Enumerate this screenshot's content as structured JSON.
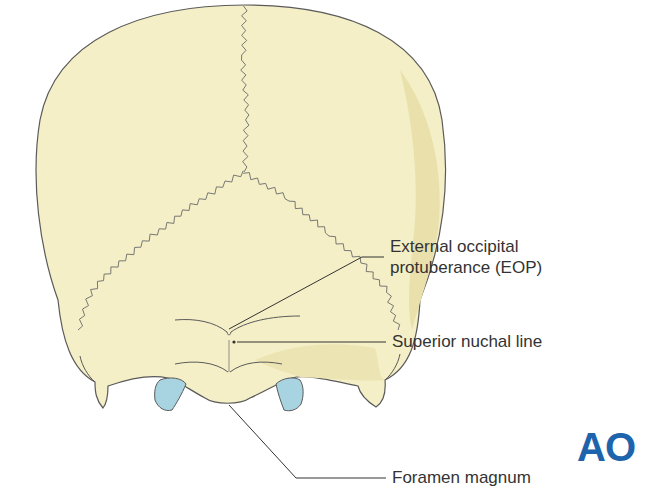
{
  "diagram": {
    "labels": [
      "External occipital protuberance (EOP)",
      "Superior nuchal line",
      "Foramen magnum",
      "AO"
    ]
  }
}
